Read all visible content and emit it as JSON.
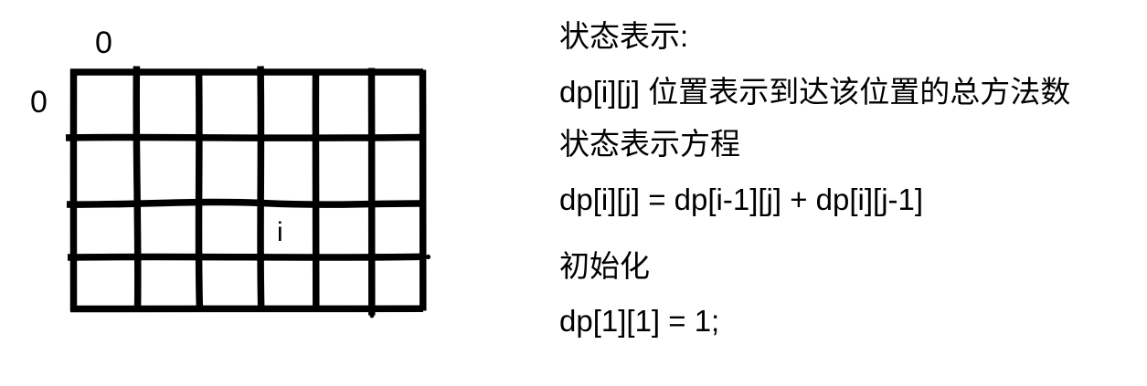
{
  "colors": {
    "background": "#ffffff",
    "ink": "#000000"
  },
  "diagram": {
    "grid": {
      "rows": 4,
      "cols": 6
    },
    "labels": {
      "col_zero": "0",
      "row_zero": "0",
      "cell_i": "i",
      "cell_i_position": {
        "row": 3,
        "col": 4
      }
    }
  },
  "notes": {
    "lines": [
      "状态表示:",
      "dp[i][j] 位置表示到达该位置的总方法数",
      "状态表示方程",
      "dp[i][j] = dp[i-1][j] + dp[i][j-1]",
      "初始化",
      "dp[1][1] = 1;"
    ]
  }
}
